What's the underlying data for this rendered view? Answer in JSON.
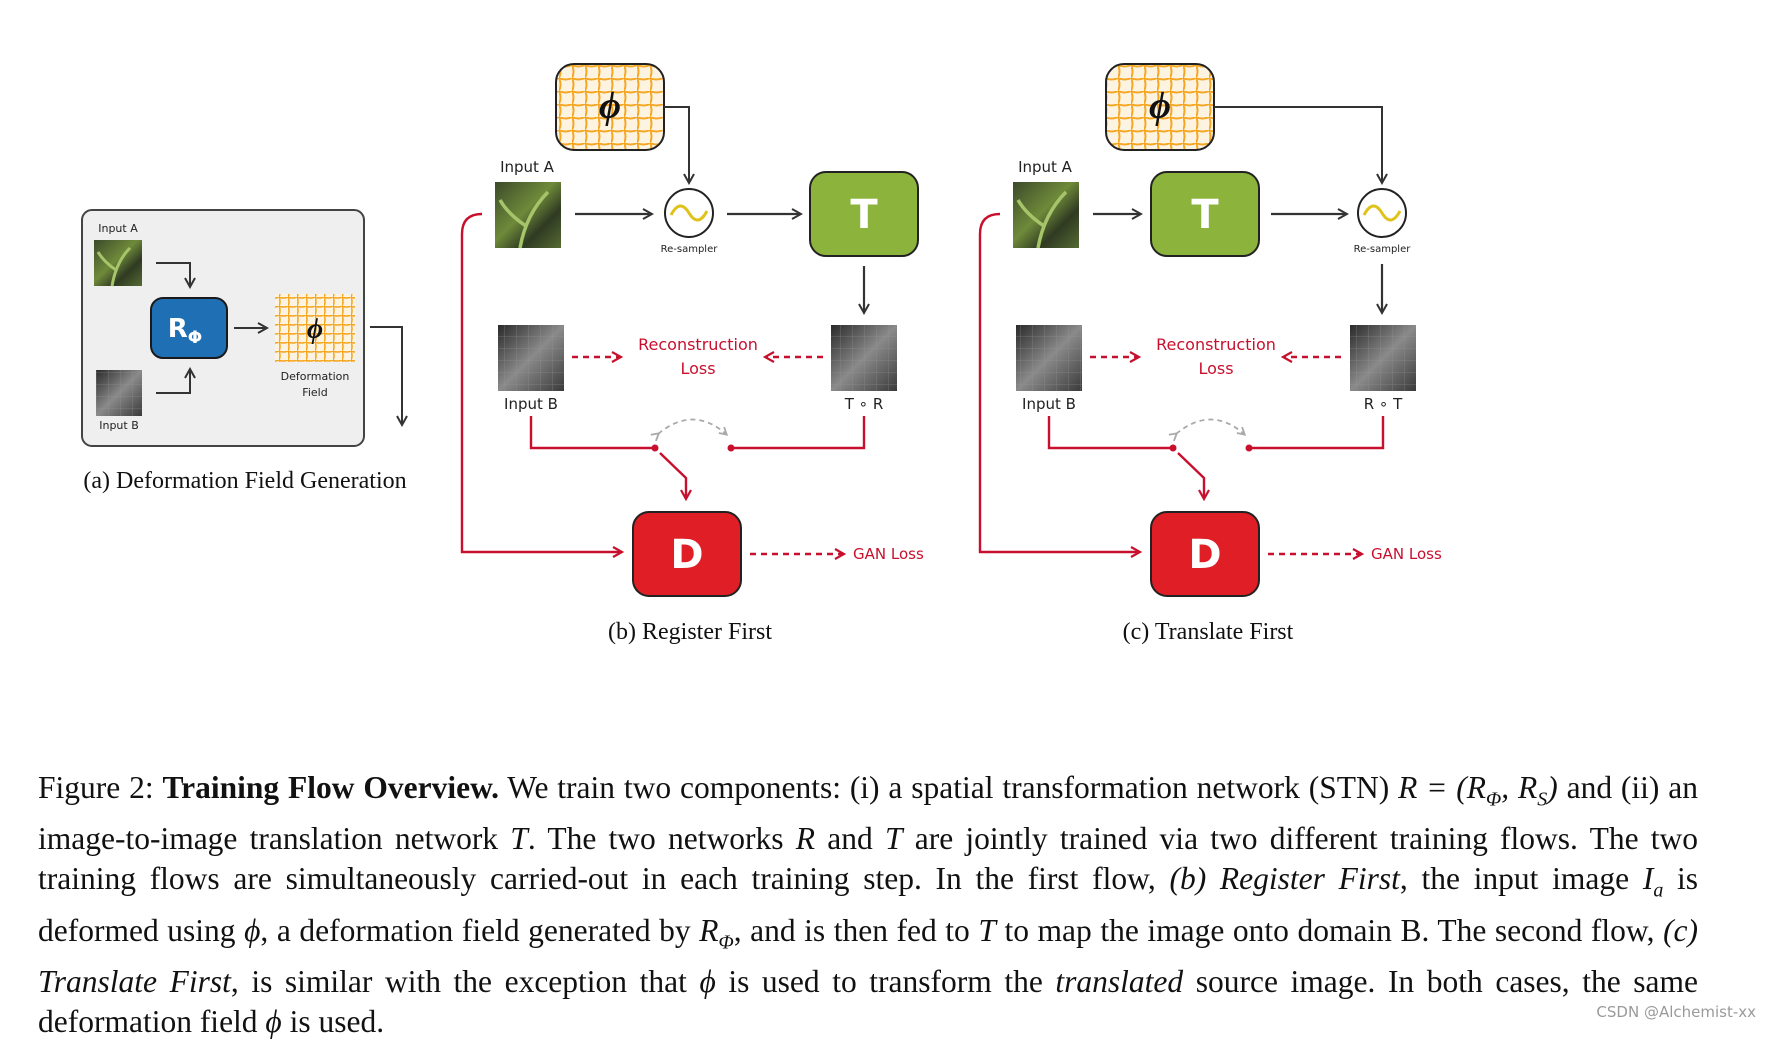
{
  "panel_a": {
    "input_a": "Input A",
    "input_b": "Input B",
    "r_symbol": "R",
    "r_subscript": "Φ",
    "phi": "ϕ",
    "deformation_line1": "Deformation",
    "deformation_line2": "Field",
    "caption": "(a) Deformation Field Generation"
  },
  "panel_b": {
    "input_a": "Input A",
    "resampler": "Re-sampler",
    "t_box": "T",
    "phi": "ϕ",
    "input_b": "Input B",
    "output": "T ∘ R",
    "loss_line1": "Reconstruction",
    "loss_line2": "Loss",
    "d_box": "D",
    "gan_loss": "GAN Loss",
    "caption": "(b) Register First"
  },
  "panel_c": {
    "input_a": "Input A",
    "resampler": "Re-sampler",
    "t_box": "T",
    "phi": "ϕ",
    "input_b": "Input B",
    "output": "R ∘ T",
    "loss_line1": "Reconstruction",
    "loss_line2": "Loss",
    "d_box": "D",
    "gan_loss": "GAN Loss",
    "caption": "(c) Translate First"
  },
  "caption": {
    "label": "Figure 2:",
    "title": "Training Flow Overview.",
    "s1": "We train two components: (i) a spatial transformation network (STN)",
    "m1": "R = (R",
    "m1_sub1": "Φ",
    "m1_mid": ", R",
    "m1_sub2": "S",
    "m1_end": ")",
    "s2": "and (ii) an image-to-image translation network",
    "m_T": "T",
    "s3": ". The two networks",
    "m_R": "R",
    "s4": "and",
    "m_T2": "T",
    "s5": "are jointly trained via two different training flows. The two training flows are simultaneously carried-out in each training step. In the first flow,",
    "i1": "(b) Register First",
    "s6": ", the input image",
    "m_Ia": "I",
    "m_Ia_sub": "a",
    "s7": "is deformed using",
    "m_phi1": "ϕ",
    "s8": ", a deformation field generated by",
    "m_RPhi": "R",
    "m_RPhi_sub": "Φ",
    "s9": ", and is then fed to",
    "m_T3": "T",
    "s10": "to map the image onto domain B. The second flow,",
    "i2": "(c) Translate First",
    "s11": ", is similar with the exception that",
    "m_phi2": "ϕ",
    "s12": "is used to transform the",
    "i3": "translated",
    "s13": "source image. In both cases, the same deformation field",
    "m_phi3": "ϕ",
    "s14": "is used."
  },
  "watermark": "CSDN @Alchemist-xx",
  "colors": {
    "r_box": "#1f6fb5",
    "t_box": "#8cb43c",
    "d_box": "#e01e26",
    "loss_red": "#c8102e",
    "deformation_orange": "#f5a623",
    "panel_a_bg": "#efefef"
  }
}
